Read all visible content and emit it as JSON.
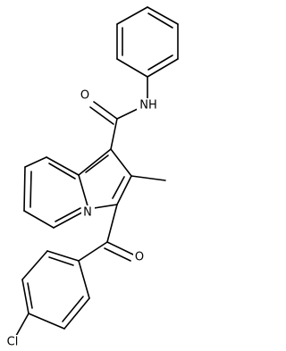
{
  "structure": {
    "atom_labels": {
      "carbonyl_oxygen_amide": "O",
      "amide_nitrogen": "NH",
      "ring_nitrogen": "N",
      "carbonyl_oxygen_ketone": "O",
      "chlorine": "Cl"
    }
  }
}
